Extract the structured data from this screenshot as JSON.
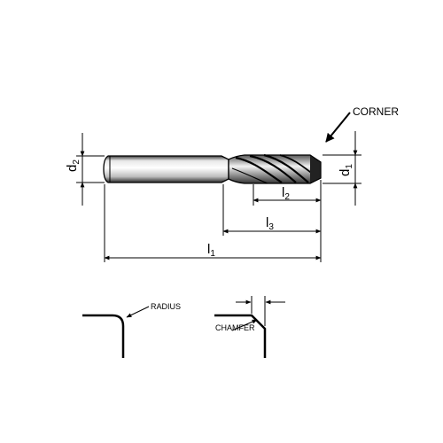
{
  "labels": {
    "corner": "CORNER",
    "d2_main": "d",
    "d2_sub": "2",
    "d1_main": "d",
    "d1_sub": "1",
    "l1_main": "l",
    "l1_sub": "1",
    "l2_main": "l",
    "l2_sub": "2",
    "l3_main": "l",
    "l3_sub": "3",
    "radius": "RADIUS",
    "chamfer": "CHAMFER"
  },
  "colors": {
    "line": "#000000",
    "tool_shade_light": "#f0f0f0",
    "tool_shade_dark": "#202020"
  }
}
